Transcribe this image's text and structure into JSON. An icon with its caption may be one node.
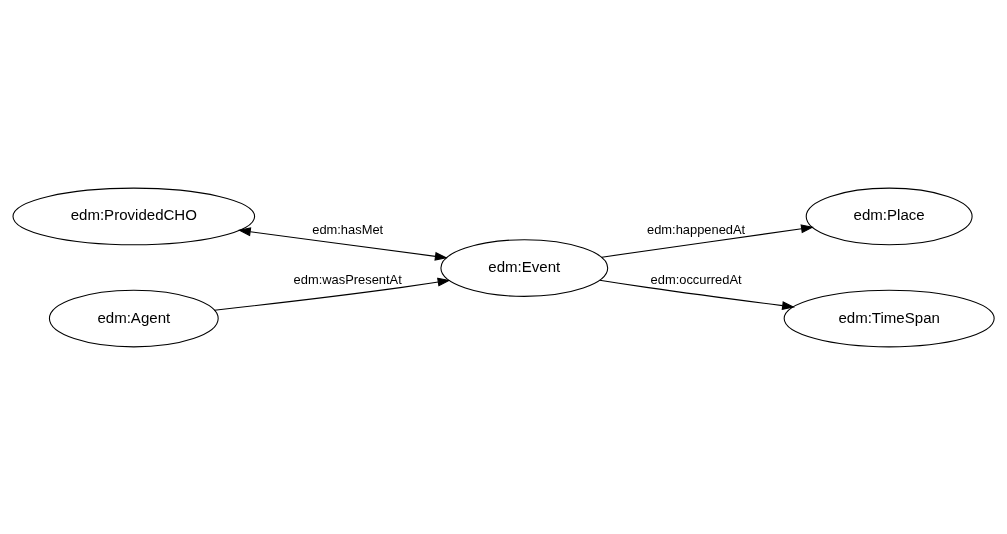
{
  "diagram": {
    "nodes": [
      {
        "text": [
          "edm:Place"
        ]
      },
      {
        "text": [
          "edm:Event"
        ]
      },
      {
        "text": [
          "edm:ProvidedCHO"
        ]
      },
      {
        "text": [
          "edm:TimeSpan"
        ]
      },
      {
        "text": [
          "edm:Agent"
        ]
      }
    ],
    "edges": [
      {
        "from": 1,
        "to": 0,
        "arrow": "to",
        "label": "edm:happenedAt"
      },
      {
        "from": 1,
        "to": 3,
        "arrow": "to",
        "label": "edm:occurredAt"
      },
      {
        "from": 2,
        "to": 1,
        "arrow": "both",
        "label": "edm:hasMet"
      },
      {
        "from": 4,
        "to": 1,
        "arrow": "to",
        "label": "edm:wasPresentAt"
      }
    ]
  }
}
